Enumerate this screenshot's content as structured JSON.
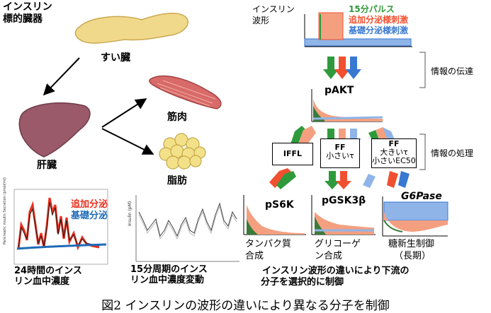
{
  "left": {
    "target_title_1": "インスリン",
    "target_title_2": "標的臓器",
    "pancreas": "すい臓",
    "muscle": "筋肉",
    "liver": "肝臓",
    "fat": "脂肪"
  },
  "chart_24h": {
    "label_secretion_added": "追加分泌",
    "label_secretion_basal": "基礎分泌",
    "yaxis": "Pancreatic insulin Secretion (pmol/ml)",
    "caption_1": "24時間のインス",
    "caption_2": "リン血中濃度"
  },
  "chart_15m": {
    "yaxis": "Insulin (pM)",
    "caption_1": "15分周期のインス",
    "caption_2": "リン血中濃度変動"
  },
  "right": {
    "waveform_label_1": "インスリン",
    "waveform_label_2": "波形",
    "legend_pulse": "15分パルス",
    "legend_added": "追加分泌様刺激",
    "legend_basal": "基礎分泌様刺激",
    "info_transfer": "情報の伝達",
    "pakt": "pAKT",
    "info_processing": "情報の処理",
    "box_iffl": "IFFL",
    "box_ff1_a": "FF",
    "box_ff1_b": "小さいτ",
    "box_ff2_a": "FF",
    "box_ff2_b": "大きいτ",
    "box_ff2_c": "小さいEC50",
    "ps6k": "pS6K",
    "pgsk3b": "pGSK3β",
    "g6pase": "G6Pase",
    "out1_a": "タンパク質",
    "out1_b": "合成",
    "out2_a": "グリコーゲ",
    "out2_b": "ン合成",
    "out3_a": "糖新生制御",
    "out3_b": "（長期）",
    "note_1": "インスリン波形の違いにより下流の",
    "note_2": "分子を選択的に制御"
  },
  "caption": "図2 インスリンの波形の違いにより異なる分子を制御",
  "colors": {
    "green": "#2e9a3c",
    "red": "#f05030",
    "blue": "#3878d0",
    "salmon": "#f4a080",
    "lightblue": "#8fb4e8",
    "pancreas": "#f1d98c",
    "liver": "#9a5a6a",
    "muscle": "#d86a6a",
    "fat": "#f3e18a"
  }
}
